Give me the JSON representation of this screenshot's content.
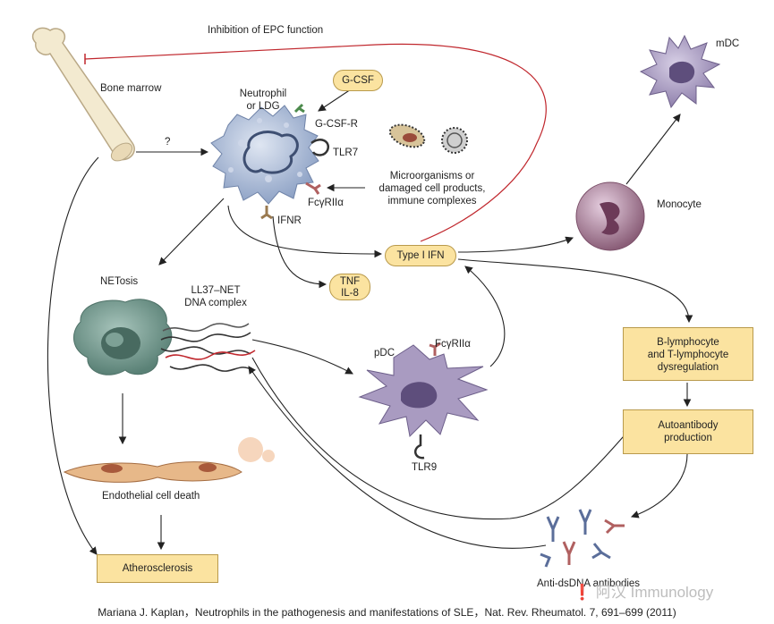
{
  "labels": {
    "inhibition": "Inhibition of EPC function",
    "bone_marrow": "Bone marrow",
    "question": "?",
    "neutrophil": "Neutrophil",
    "or_ldg": "or LDG",
    "gcsf": "G-CSF",
    "gcsf_r": "G-CSF-R",
    "tlr7": "TLR7",
    "fcgr_n": "FcγRIIα",
    "ifnr": "IFNR",
    "micro1": "Microorganisms or",
    "micro2": "damaged cell products,",
    "micro3": "immune complexes",
    "mdc": "mDC",
    "monocyte": "Monocyte",
    "type1ifn": "Type I IFN",
    "netosis": "NETosis",
    "ll37_1": "LL37–NET",
    "ll37_2": "DNA complex",
    "tnf": "TNF",
    "il8": "IL-8",
    "pdc": "pDC",
    "fcgr_p": "FcγRIIα",
    "tlr9": "TLR9",
    "blym1": "B-lymphocyte",
    "blym2": "and T-lymphocyte",
    "blym3": "dysregulation",
    "auto1": "Autoantibody",
    "auto2": "production",
    "endo": "Endothelial cell death",
    "athero": "Atherosclerosis",
    "antidsdna": "Anti-dsDNA antibodies"
  },
  "caption": "Mariana J. Kaplan，Neutrophils in the pathogenesis and manifestations of SLE，Nat. Rev. Rheumatol. 7, 691–699 (2011)",
  "watermark": "❗ 阿汉 Immunology",
  "colors": {
    "neutrophil": "#aebdd6",
    "pill": "#fbe3a0",
    "netosis_cell": "#6f958a",
    "pdc": "#a99bc1",
    "monocyte": "#9a6f86",
    "red_line": "#c0272d"
  }
}
